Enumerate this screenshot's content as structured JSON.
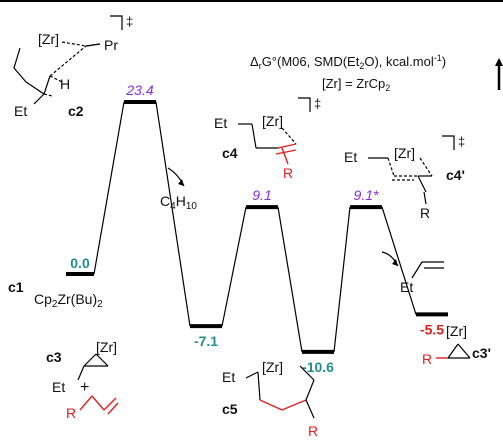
{
  "header": {
    "method_prefix": "Δ",
    "method_sub": "r",
    "method_main": "G°(M06, SMD(Et",
    "method_sub2": "2",
    "method_suffix": "O), kcal.mol",
    "method_sup": "-1",
    "method_close": ")",
    "zr_def": "[Zr] = ZrCp",
    "zr_def_sub": "2"
  },
  "species": {
    "c1": {
      "label": "c1",
      "formula": "Cp",
      "formula_sub1": "2",
      "formula_mid": "Zr(Bu)",
      "formula_sub2": "2"
    },
    "c2": {
      "label": "c2",
      "zr": "[Zr]",
      "pr": "Pr",
      "h": "H",
      "et": "Et",
      "dagger": "‡"
    },
    "c3": {
      "label": "c3",
      "zr": "[Zr]",
      "et": "Et",
      "plus": "+",
      "r": "R"
    },
    "c4": {
      "label": "c4",
      "zr": "[Zr]",
      "et": "Et",
      "r": "R",
      "dagger": "‡"
    },
    "c4p": {
      "label": "c4'",
      "zr": "[Zr]",
      "et": "Et",
      "r": "R",
      "dagger": "‡"
    },
    "c5": {
      "label": "c5",
      "zr": "[Zr]",
      "et": "Et",
      "r": "R"
    },
    "c3p": {
      "label": "c3'",
      "zr": "[Zr]",
      "r": "R"
    },
    "butane": {
      "main": "C",
      "sub1": "4",
      "mid": "H",
      "sub2": "10"
    },
    "butene": {
      "et": "Et"
    }
  },
  "chart_data": {
    "type": "energy_profile",
    "levels": [
      {
        "id": "c1",
        "value": 0.0,
        "label": "0.0",
        "kind": "minimum",
        "color": "#1f8f8f"
      },
      {
        "id": "TS-c2",
        "value": 23.4,
        "label": "23.4",
        "kind": "transition_state",
        "color": "#8a2be2"
      },
      {
        "id": "c3",
        "value": -7.1,
        "label": "-7.1",
        "kind": "minimum",
        "color": "#1f8f8f"
      },
      {
        "id": "TS-c4",
        "value": 9.1,
        "label": "9.1",
        "kind": "transition_state",
        "color": "#8a2be2"
      },
      {
        "id": "c5",
        "value": -10.6,
        "label": "-10.6",
        "kind": "minimum",
        "color": "#1f8f8f"
      },
      {
        "id": "TS-c4'",
        "value": 9.1,
        "label": "9.1*",
        "kind": "transition_state",
        "color": "#8a2be2"
      },
      {
        "id": "c3'",
        "value": -5.5,
        "label": "-5.5",
        "kind": "minimum",
        "color": "#e0201b"
      }
    ]
  }
}
